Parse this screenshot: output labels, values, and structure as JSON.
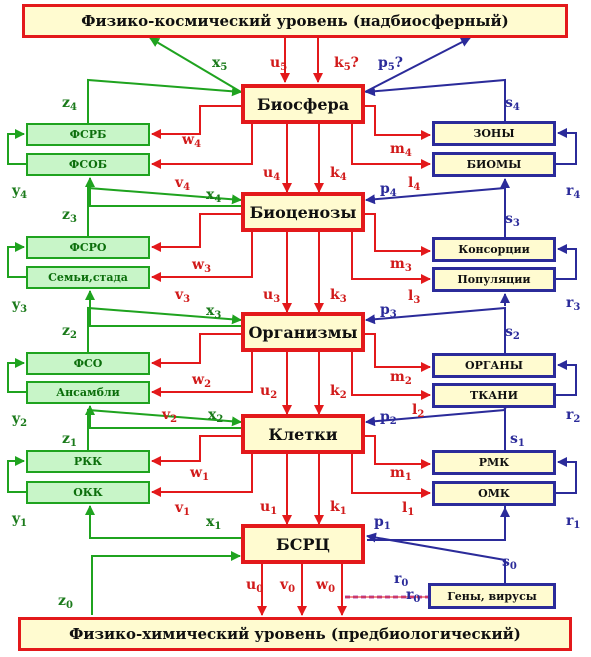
{
  "colors": {
    "red": "#e3191b",
    "green": "#1fa31f",
    "blue": "#2b2b9a",
    "box_fill": "#fffbd0",
    "green_fill": "#c8f5c8"
  },
  "levels": {
    "top": "Физико-космический уровень (надбиосферный)",
    "bottom": "Физико-химический уровень (предбиологический)"
  },
  "core": [
    "Биосфера",
    "Биоценозы",
    "Организмы",
    "Клетки",
    "БСРЦ"
  ],
  "left_boxes": [
    [
      "ФСРБ",
      "ФСОБ"
    ],
    [
      "ФСРО",
      "Семьи,стада"
    ],
    [
      "ФСО",
      "Ансамбли"
    ],
    [
      "РКК",
      "ОКК"
    ]
  ],
  "right_boxes": [
    [
      "ЗОНЫ",
      "БИОМЫ"
    ],
    [
      "Консорции",
      "Популяции"
    ],
    [
      "ОРГАНЫ",
      "ТКАНИ"
    ],
    [
      "РМК",
      "ОМК"
    ],
    [
      "Гены, вирусы"
    ]
  ],
  "labels": {
    "x5": [
      "x",
      "5"
    ],
    "u5": [
      "u",
      "5"
    ],
    "k5": [
      "k",
      "5",
      "?"
    ],
    "p5": [
      "p",
      "5",
      "?"
    ],
    "z4": [
      "z",
      "4"
    ],
    "w4": [
      "w",
      "4"
    ],
    "v4": [
      "v",
      "4"
    ],
    "y4": [
      "y",
      "4"
    ],
    "x4": [
      "x",
      "4"
    ],
    "u4": [
      "u",
      "4"
    ],
    "k4": [
      "k",
      "4"
    ],
    "s4": [
      "s",
      "4"
    ],
    "m4": [
      "m",
      "4"
    ],
    "p4": [
      "p",
      "4"
    ],
    "l4": [
      "l",
      "4"
    ],
    "r4": [
      "r",
      "4"
    ],
    "z3": [
      "z",
      "3"
    ],
    "w3": [
      "w",
      "3"
    ],
    "v3": [
      "v",
      "3"
    ],
    "y3": [
      "y",
      "3"
    ],
    "x3": [
      "x",
      "3"
    ],
    "u3": [
      "u",
      "3"
    ],
    "k3": [
      "k",
      "3"
    ],
    "s3": [
      "s",
      "3"
    ],
    "m3": [
      "m",
      "3"
    ],
    "p3": [
      "p",
      "3"
    ],
    "l3": [
      "l",
      "3"
    ],
    "r3": [
      "r",
      "3"
    ],
    "z2": [
      "z",
      "2"
    ],
    "w2": [
      "w",
      "2"
    ],
    "v2": [
      "v",
      "2"
    ],
    "y2": [
      "y",
      "2"
    ],
    "x2": [
      "x",
      "2"
    ],
    "u2": [
      "u",
      "2"
    ],
    "k2": [
      "k",
      "2"
    ],
    "s2": [
      "s",
      "2"
    ],
    "m2": [
      "m",
      "2"
    ],
    "p2": [
      "p",
      "2"
    ],
    "l2": [
      "l",
      "2"
    ],
    "r2": [
      "r",
      "2"
    ],
    "z1": [
      "z",
      "1"
    ],
    "w1": [
      "w",
      "1"
    ],
    "v1": [
      "v",
      "1"
    ],
    "y1": [
      "y",
      "1"
    ],
    "x1": [
      "x",
      "1"
    ],
    "u1": [
      "u",
      "1"
    ],
    "k1": [
      "k",
      "1"
    ],
    "s1": [
      "s",
      "1"
    ],
    "m1": [
      "m",
      "1"
    ],
    "p1": [
      "p",
      "1"
    ],
    "l1": [
      "l",
      "1"
    ],
    "r1": [
      "r",
      "1"
    ],
    "z0": [
      "z",
      "0"
    ],
    "u0": [
      "u",
      "0"
    ],
    "v0": [
      "v",
      "0"
    ],
    "w0": [
      "w",
      "0"
    ],
    "s0": [
      "s",
      "0"
    ],
    "r0a": [
      "r",
      "0"
    ],
    "r0b": [
      "r",
      "0"
    ]
  }
}
